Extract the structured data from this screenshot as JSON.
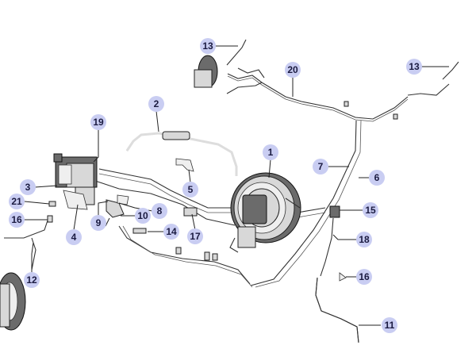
{
  "diagram": {
    "callouts": [
      {
        "id": "c1",
        "label": "1"
      },
      {
        "id": "c2",
        "label": "2"
      },
      {
        "id": "c3",
        "label": "3"
      },
      {
        "id": "c4",
        "label": "4"
      },
      {
        "id": "c5",
        "label": "5"
      },
      {
        "id": "c6",
        "label": "6"
      },
      {
        "id": "c7",
        "label": "7"
      },
      {
        "id": "c8",
        "label": "8"
      },
      {
        "id": "c9",
        "label": "9"
      },
      {
        "id": "c10",
        "label": "10"
      },
      {
        "id": "c11",
        "label": "11"
      },
      {
        "id": "c12",
        "label": "12"
      },
      {
        "id": "c13a",
        "label": "13"
      },
      {
        "id": "c13b",
        "label": "13"
      },
      {
        "id": "c14",
        "label": "14"
      },
      {
        "id": "c15",
        "label": "15"
      },
      {
        "id": "c16a",
        "label": "16"
      },
      {
        "id": "c16b",
        "label": "16"
      },
      {
        "id": "c17",
        "label": "17"
      },
      {
        "id": "c18",
        "label": "18"
      },
      {
        "id": "c19",
        "label": "19"
      },
      {
        "id": "c20",
        "label": "20"
      },
      {
        "id": "c21",
        "label": "21"
      }
    ],
    "colors": {
      "callout_fill": "#c9cdf2",
      "callout_text": "#1a1a40",
      "line": "#222222"
    }
  }
}
